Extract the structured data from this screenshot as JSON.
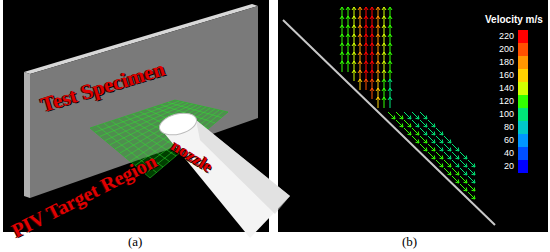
{
  "diagram": {
    "labels": [
      "Test Specimen",
      "PIV Target Region",
      "nozzle",
      "(a)",
      "Velocity m/s",
      "(b)"
    ],
    "legend": [
      {
        "text": "220",
        "color": "#ff0000"
      },
      {
        "text": "200",
        "color": "#ff5000"
      },
      {
        "text": "180",
        "color": "#ff9600"
      },
      {
        "text": "160",
        "color": "#ffd200"
      },
      {
        "text": "140",
        "color": "#d2ff00"
      },
      {
        "text": "120",
        "color": "#32ff00"
      },
      {
        "text": "100",
        "color": "#00e678"
      },
      {
        "text": "80",
        "color": "#00c8c8"
      },
      {
        "text": "60",
        "color": "#0096ff"
      },
      {
        "text": "40",
        "color": "#0050ff"
      },
      {
        "text": "20",
        "color": "#0000ff"
      }
    ]
  }
}
